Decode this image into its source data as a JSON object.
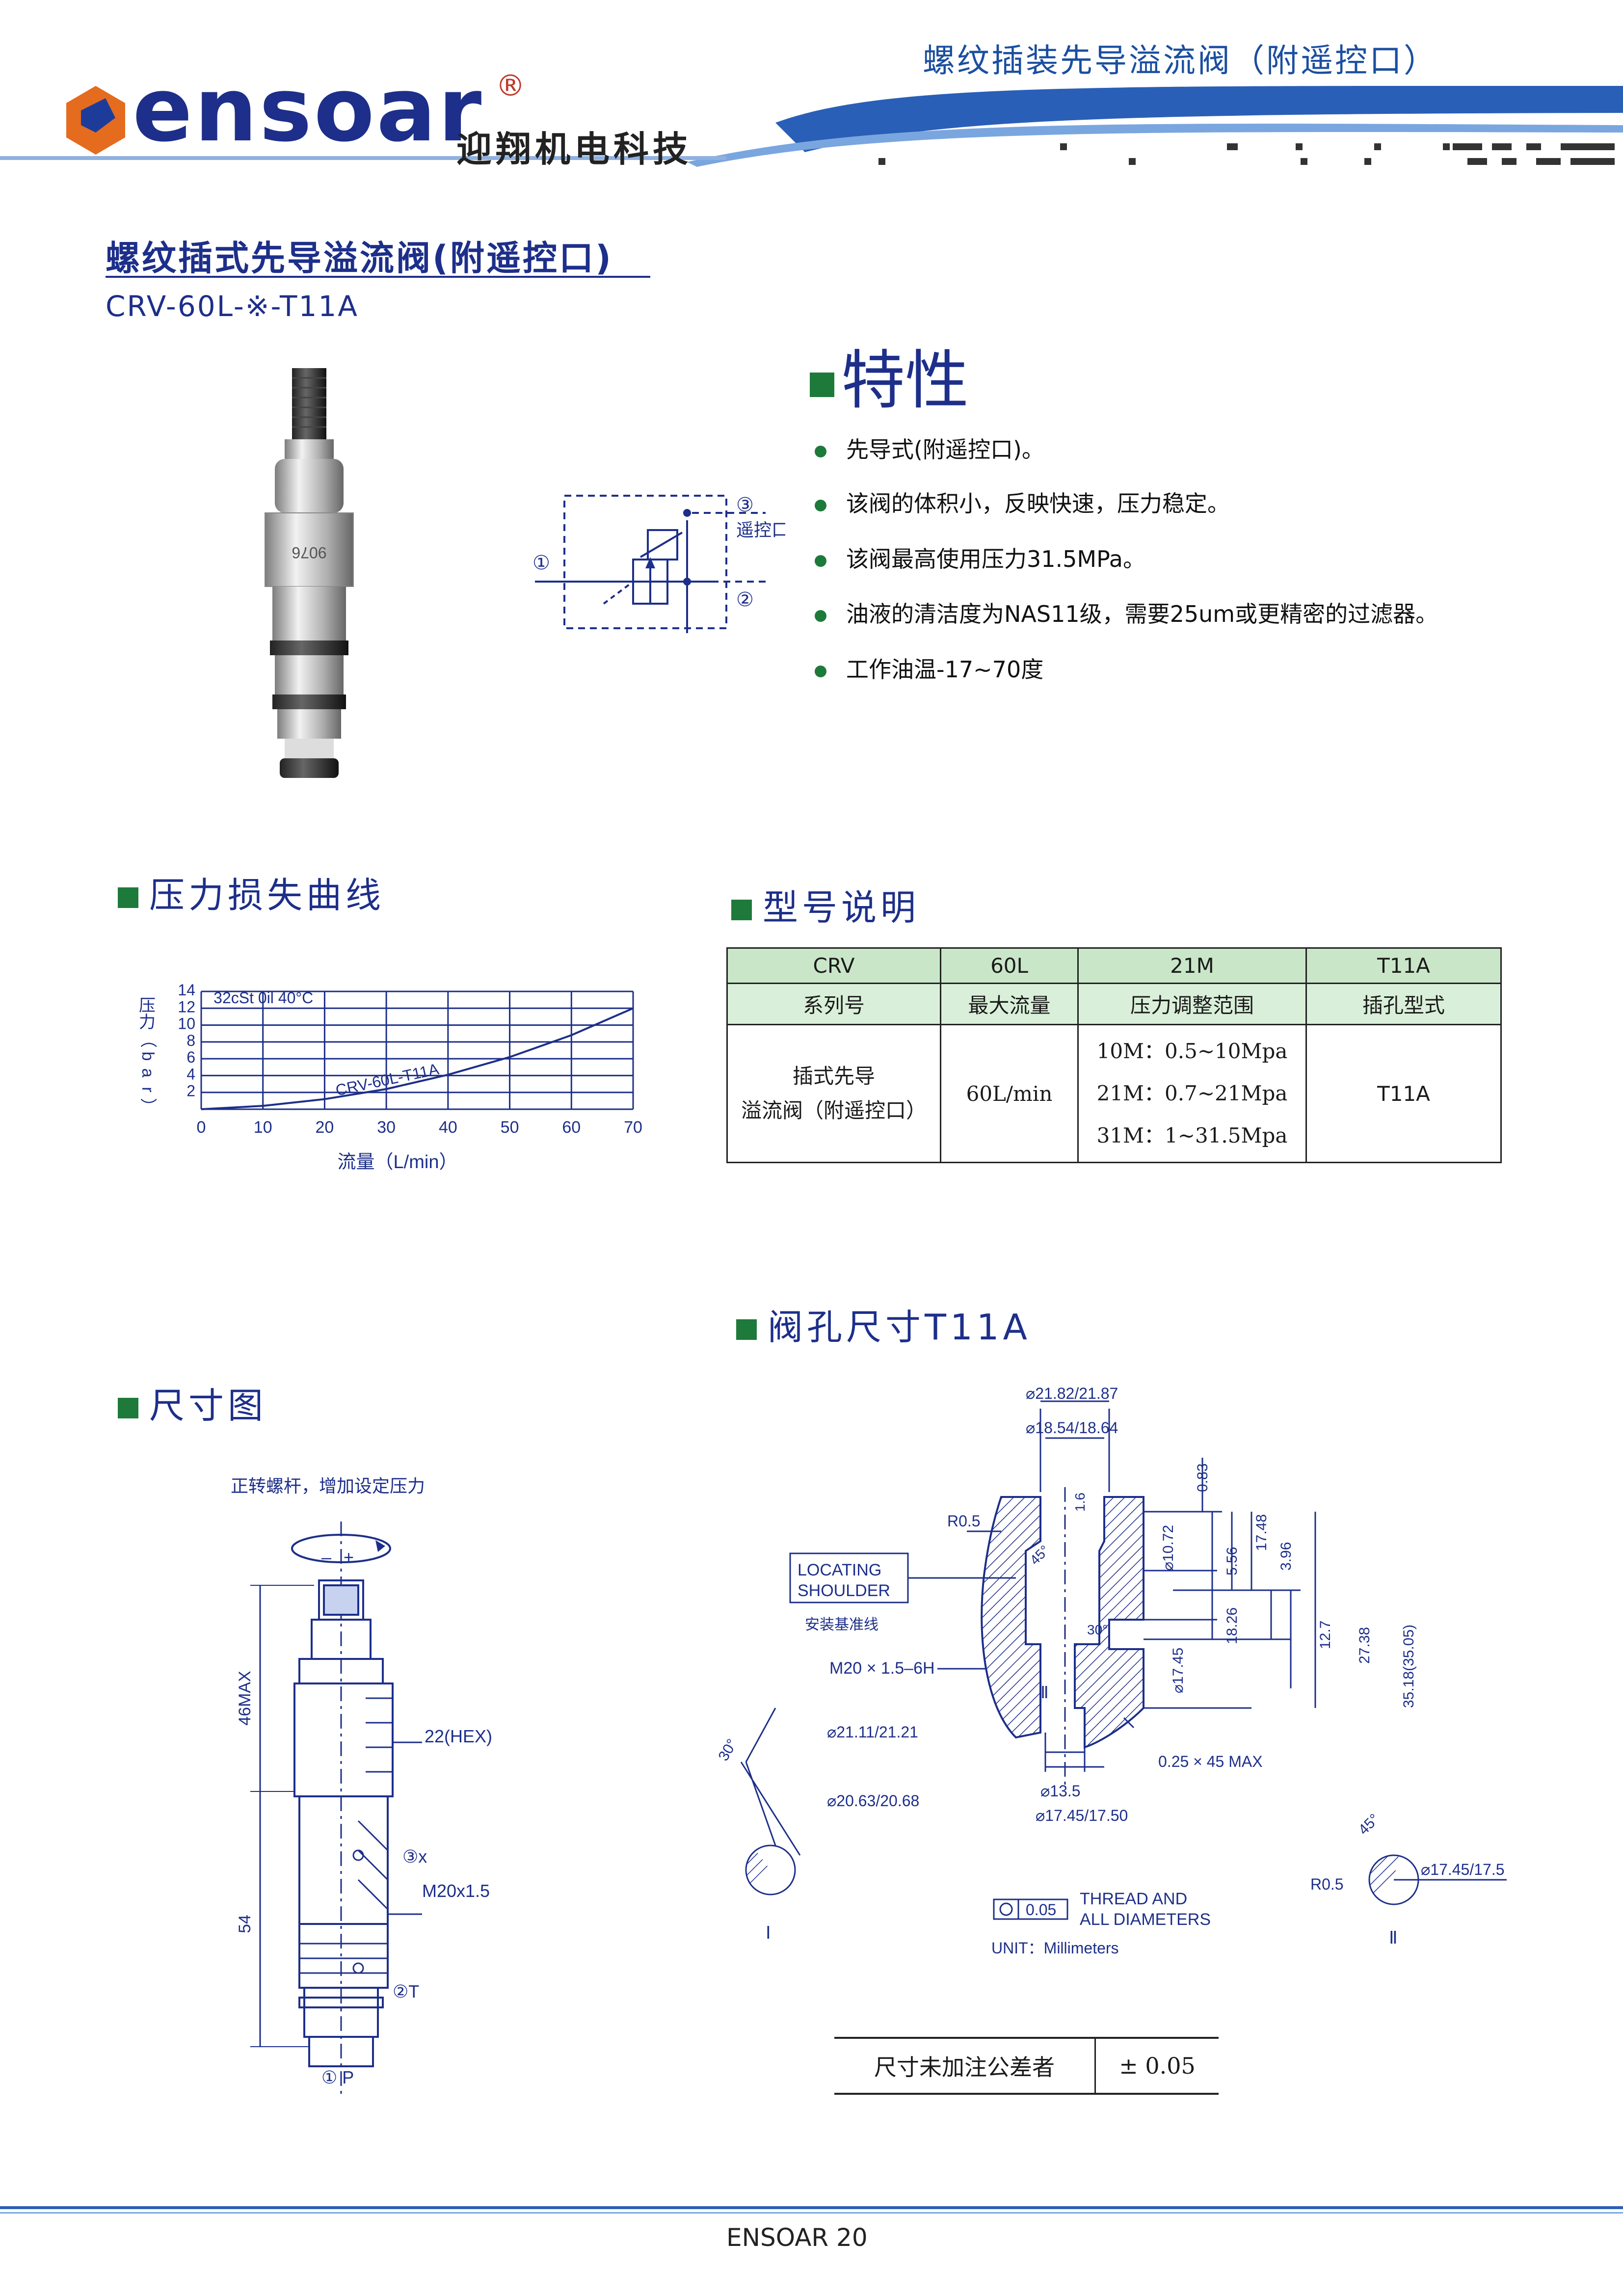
{
  "header": {
    "title": "螺纹插装先导溢流阀（附遥控口）",
    "logo_text": "ensoar",
    "logo_reg": "®",
    "logo_cn": "迎翔机电科技"
  },
  "product": {
    "title": "螺纹插式先导溢流阀(附遥控口)",
    "model": "CRV-60L-※-T11A",
    "body_marking": "9076"
  },
  "symbol": {
    "port1": "①",
    "port2": "②",
    "port3": "③",
    "port3_label": "遥控口"
  },
  "features": {
    "heading": "特性",
    "items": [
      "先导式(附遥控口)。",
      "该阀的体积小，反映快速，压力稳定。",
      "该阀最高使用压力31.5MPa。",
      "油液的清洁度为NAS11级，需要25um或更精密的过滤器。",
      "工作油温-17~70度"
    ]
  },
  "pressure_section": {
    "heading": "压力损失曲线"
  },
  "chart_data": {
    "type": "line",
    "title": "",
    "xlabel": "流量（L/min）",
    "ylabel": "压力（bar）",
    "ylabel_chars": [
      "压",
      "力",
      "（",
      "b",
      "a",
      "r",
      "）"
    ],
    "xlim": [
      0,
      70
    ],
    "ylim": [
      0,
      14
    ],
    "x_ticks": [
      0,
      10,
      20,
      30,
      40,
      50,
      60,
      70
    ],
    "y_ticks": [
      2,
      4,
      6,
      8,
      10,
      12,
      14
    ],
    "grid": true,
    "annotation": "32cSt 0il 40°C",
    "series": [
      {
        "name": "CRV-60L-T11A",
        "x": [
          0,
          10,
          20,
          30,
          40,
          50,
          60,
          70
        ],
        "y": [
          0,
          0.4,
          1.2,
          2.4,
          4.1,
          6.2,
          8.8,
          12
        ]
      }
    ]
  },
  "model_section": {
    "heading": "型号说明",
    "headers": [
      "CRV",
      "60L",
      "21M",
      "T11A"
    ],
    "subheaders": [
      "系列号",
      "最大流量",
      "压力调整范围",
      "插孔型式"
    ],
    "row_desc_1": "插式先导",
    "row_desc_2": "溢流阀（附遥控口）",
    "row_flow": "60L/min",
    "row_ranges": [
      "10M：0.5~10Mpa",
      "21M：0.7~21Mpa",
      "31M：1~31.5Mpa"
    ],
    "row_cavity": "T11A"
  },
  "dims_section": {
    "heading": "尺寸图",
    "note": "正转螺杆，增加设定压力",
    "dim_46": "46MAX",
    "dim_54": "54",
    "hex": "22(HEX)",
    "thread": "M20x1.5",
    "port3": "③x",
    "port2": "②T",
    "port1": "① P"
  },
  "cavity_section": {
    "heading": "阀孔尺寸T11A",
    "d1": "⌀21.82/21.87",
    "d2": "⌀18.54/18.64",
    "r05": "R0.5",
    "locating_1": "LOCATING",
    "locating_2": "SHOULDER",
    "locating_cn": "安装基准线",
    "thread": "M20 × 1.5–6H",
    "d_2111": "⌀21.11/21.21",
    "d_2063": "⌀20.63/20.68",
    "d_135": "⌀13.5",
    "d_1745": "⌀17.45/17.50",
    "chamfer": "0.25 × 45 MAX",
    "v083": "0.83",
    "v1072": "⌀10.72",
    "v556": "5.56",
    "v1748": "17.48",
    "v396": "3.96",
    "v1826": "18.26",
    "v127": "12.7",
    "v2738": "27.38",
    "v3518": "35.18(35.05)",
    "v1745b": "⌀17.45",
    "v16": "1.6",
    "a45": "45°",
    "a30": "30°",
    "a30b": "30°",
    "roman2": "Ⅱ",
    "roman1": "Ⅰ",
    "r05b": "R0.5",
    "d_17455": "⌀17.45/17.5",
    "tol_box": "0.05",
    "thread_note_1": "THREAD AND",
    "thread_note_2": "ALL DIAMETERS",
    "unit": "UNIT：Millimeters"
  },
  "tolerance": {
    "label": "尺寸未加注公差者",
    "value": "± 0.05"
  },
  "footer": {
    "text": "ENSOAR  20"
  }
}
